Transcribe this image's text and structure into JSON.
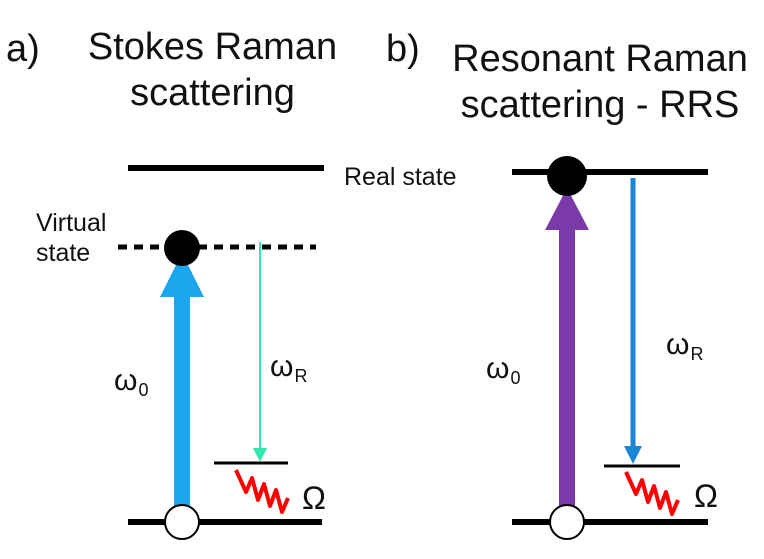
{
  "panels": [
    {
      "tag": "a)",
      "title_line1": "Stokes Raman",
      "title_line2": "scattering",
      "virtual_state_line1": "Virtual",
      "virtual_state_line2": "state",
      "incident": {
        "symbol": "ω",
        "subscript": "0"
      },
      "scattered": {
        "symbol": "ω",
        "subscript": "R"
      },
      "phonon": "Ω",
      "colors": {
        "incident_arrow": "#1ca6ee",
        "scattered_arrow": "#2ee8b0",
        "phonon_wave": "#ff0000"
      }
    },
    {
      "tag": "b)",
      "title_line1": "Resonant Raman",
      "title_line2": "scattering - RRS",
      "real_state": "Real state",
      "incident": {
        "symbol": "ω",
        "subscript": "0"
      },
      "scattered": {
        "symbol": "ω",
        "subscript": "R"
      },
      "phonon": "Ω",
      "colors": {
        "incident_arrow": "#7a3aa8",
        "scattered_arrow": "#1a86d6",
        "phonon_wave": "#ff0000"
      }
    }
  ]
}
